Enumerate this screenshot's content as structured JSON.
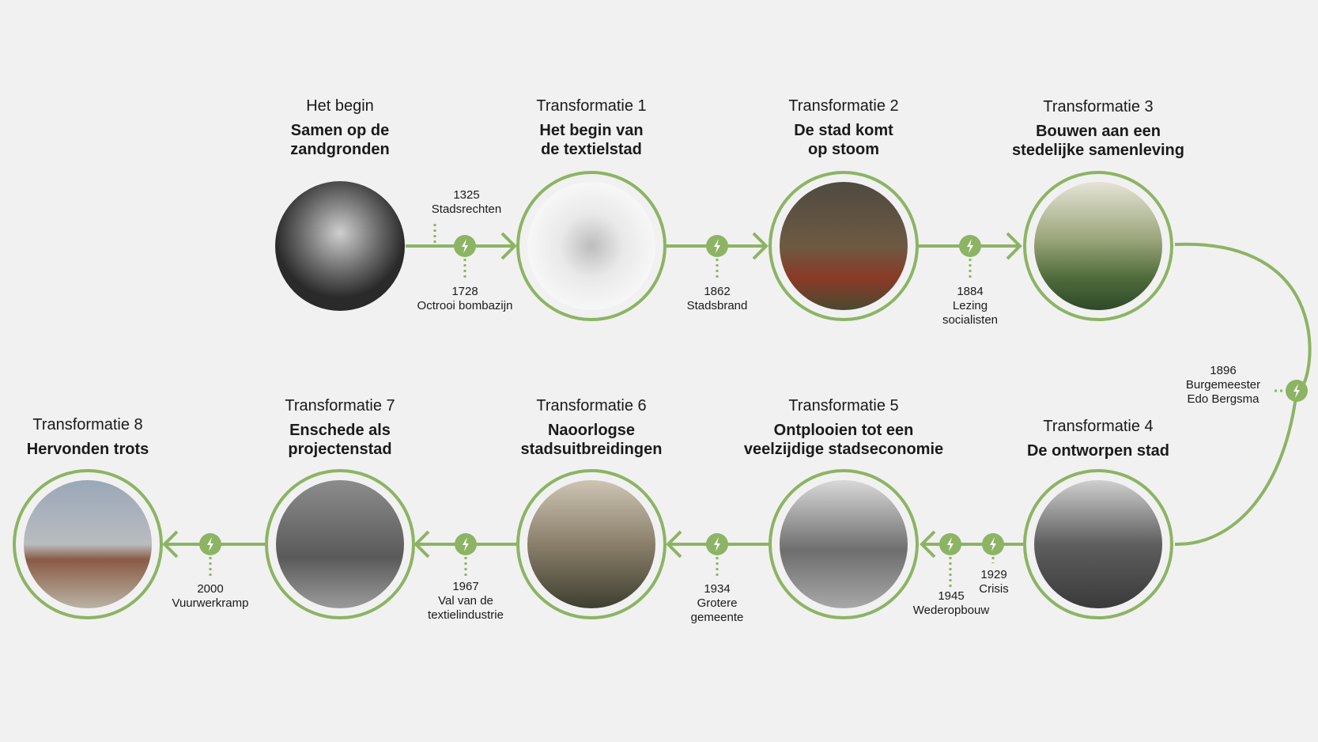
{
  "colors": {
    "accent": "#8cb464",
    "background": "#f1f1f1",
    "text": "#1a1a1a"
  },
  "stages": [
    {
      "label": "Het begin",
      "title": "Samen op de\nzandgronden",
      "image": "black-white-photo-tree-woman"
    },
    {
      "label": "Transformatie 1",
      "title": "Het begin van\nde textielstad",
      "image": "sketch-farmhouse"
    },
    {
      "label": "Transformatie 2",
      "title": "De stad komt\nop stoom",
      "image": "painting-factory-smoke"
    },
    {
      "label": "Transformatie 3",
      "title": "Bouwen aan een\nstedelijke samenleving",
      "image": "painting-landscape-city"
    },
    {
      "label": "Transformatie 4",
      "title": "De ontworpen stad",
      "image": "photo-city-hall-tower"
    },
    {
      "label": "Transformatie 5",
      "title": "Ontplooien tot een\nveelzijdige stadseconomie",
      "image": "photo-modern-buildings"
    },
    {
      "label": "Transformatie 6",
      "title": "Naoorlogse\nstadsuitbreidingen",
      "image": "photo-postwar-housing"
    },
    {
      "label": "Transformatie 7",
      "title": "Enschede als\nprojectenstad",
      "image": "photo-shopping-street"
    },
    {
      "label": "Transformatie 8",
      "title": "Hervonden trots",
      "image": "photo-waterfront-crane"
    }
  ],
  "events": [
    {
      "year": "1325",
      "label": "Stadsrechten"
    },
    {
      "year": "1728",
      "label": "Octrooi bombazijn"
    },
    {
      "year": "1862",
      "label": "Stadsbrand"
    },
    {
      "year": "1884",
      "label": "Lezing\nsocialisten"
    },
    {
      "year": "1896",
      "label": "Burgemeester\nEdo Bergsma"
    },
    {
      "year": "1929",
      "label": "Crisis"
    },
    {
      "year": "1945",
      "label": "Wederopbouw"
    },
    {
      "year": "1934",
      "label": "Grotere\ngemeente"
    },
    {
      "year": "1967",
      "label": "Val van de\ntextielindustrie"
    },
    {
      "year": "2000",
      "label": "Vuurwerkramp"
    }
  ],
  "icons": {
    "event": "lightning-bolt-icon",
    "direction": "arrow-head-icon"
  }
}
